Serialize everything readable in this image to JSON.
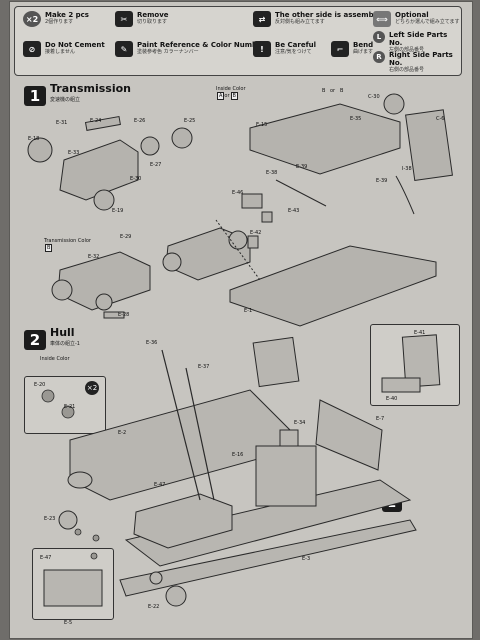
{
  "legend": {
    "make2": {
      "icon": "×2",
      "title": "Make 2 pcs",
      "sub": "2個作ります"
    },
    "remove": {
      "title": "Remove",
      "sub": "切り取ります"
    },
    "other_side": {
      "title": "The other side is assembled.",
      "sub": "反対側も組み立てます"
    },
    "optional": {
      "title": "Optional",
      "sub": "どちらか選んで組み立てます"
    },
    "no_cement": {
      "title": "Do Not Cement",
      "sub": "接着しません"
    },
    "paint_ref": {
      "title": "Paint Reference & Color Number",
      "sub": "塗装参考色 カラーナンバー"
    },
    "careful": {
      "title": "Be Careful",
      "sub": "注意/気をつけて"
    },
    "bend": {
      "title": "Bend",
      "sub": "曲げます"
    },
    "left_side": {
      "icon": "L",
      "title": "Left Side Parts No.",
      "sub": "左側の部品番号"
    },
    "right_side": {
      "icon": "R",
      "title": "Right Side Parts No.",
      "sub": "右側の部品番号"
    }
  },
  "step1": {
    "number": "1",
    "title": "Transmission",
    "subtitle": "変速機の組立",
    "inside_color": "Inside Color",
    "transmission_color": "Transmission Color",
    "color_a": "A",
    "color_or": "or",
    "color_b": "B",
    "labels": [
      "E-31",
      "E-24",
      "E-26",
      "E-25",
      "E-18",
      "E-33",
      "E-27",
      "E-30",
      "E-19",
      "E-15",
      "E-35",
      "C-30",
      "C-6",
      "B",
      "or",
      "B",
      "E-39",
      "E-38",
      "E-46",
      "E-43",
      "E-42",
      "I-38",
      "E-39",
      "E-29",
      "E-32",
      "E-28",
      "E-1"
    ]
  },
  "step2": {
    "number": "2",
    "title": "Hull",
    "subtitle": "車体の組立-1",
    "inside_color": "Inside Color",
    "make2": "×2",
    "labels": [
      "E-36",
      "E-37",
      "E-2",
      "E-47",
      "E-20",
      "E-21",
      "E-34",
      "E-41",
      "E-40",
      "E-7",
      "E-16",
      "E-23",
      "E-22",
      "E-3",
      "E-47",
      "E-5"
    ],
    "callout": "2"
  }
}
